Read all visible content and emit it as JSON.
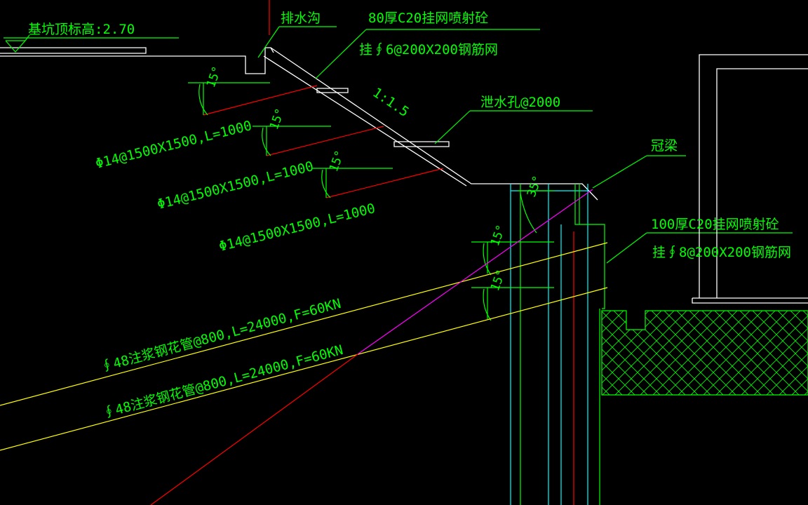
{
  "colors": {
    "background": "#000000",
    "white": "#ffffff",
    "green": "#00ff00",
    "cyan": "#00ffff",
    "red": "#ff0000",
    "yellow": "#ffff00",
    "magenta": "#ff00ff",
    "text": "#00ff00"
  },
  "labels": {
    "pit_top_elev": "基坑顶标高:2.70",
    "drain_ditch": "排水沟",
    "shotcrete_top_1": "80厚C20挂网喷射砼",
    "shotcrete_top_2": "挂∮6@200X200钢筋网",
    "slope_ratio": "1:1.5",
    "weep_hole": "泄水孔@2000",
    "crown_beam": "冠梁",
    "shotcrete_pile_1": "100厚C20挂网喷射砼",
    "shotcrete_pile_2": "挂∮8@200X200钢筋网",
    "nail_1": "Φ14@1500X1500,L=1000",
    "nail_2": "Φ14@1500X1500,L=1000",
    "nail_3": "Φ14@1500X1500,L=1000",
    "anchor_1": "∮48注浆钢花管@800,L=24000,F=60KN",
    "anchor_2": "∮48注浆钢花管@800,L=24000,F=60KN",
    "angle_15a": "15°",
    "angle_15b": "15°",
    "angle_15c": "15°",
    "angle_35": "35°",
    "angle_15d": "15°",
    "angle_15e": "15°"
  }
}
